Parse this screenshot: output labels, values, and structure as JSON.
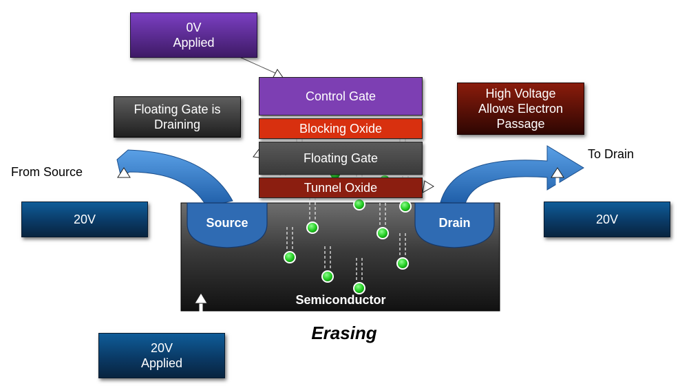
{
  "labels": {
    "zero_v": "0V\nApplied",
    "control_gate": "Control Gate",
    "blocking_oxide": "Blocking Oxide",
    "floating_gate": "Floating Gate",
    "tunnel_oxide": "Tunnel Oxide",
    "floating_draining": "Floating Gate is\nDraining",
    "high_voltage": "High Voltage\nAllows Electron\nPassage",
    "from_source": "From Source",
    "to_drain": "To Drain",
    "source_20v": "20V",
    "drain_20v": "20V",
    "source": "Source",
    "drain": "Drain",
    "semiconductor": "Semiconductor",
    "bottom_20v": "20V\nApplied",
    "caption": "Erasing"
  },
  "colors": {
    "control_gate": "#7d3fb3",
    "blocking_oxide": "#d8300f",
    "floating_gate": "#454545",
    "tunnel_oxide": "#8b1e10",
    "semiconductor": "#2a2a2a",
    "purple_callout": "#5b2790",
    "grey_callout": "#3a3a3a",
    "red_callout": "#5a0f06",
    "blue_box": "#0a3a66",
    "well_blue": "#2f6bb3",
    "flow_arrow_blue": "#2d72c4",
    "electron": "#22cc22"
  },
  "icons": {
    "electron": "green-circle",
    "flow_arrow": "blue-curved-arrow",
    "pointer_arrow": "white-arrow"
  }
}
